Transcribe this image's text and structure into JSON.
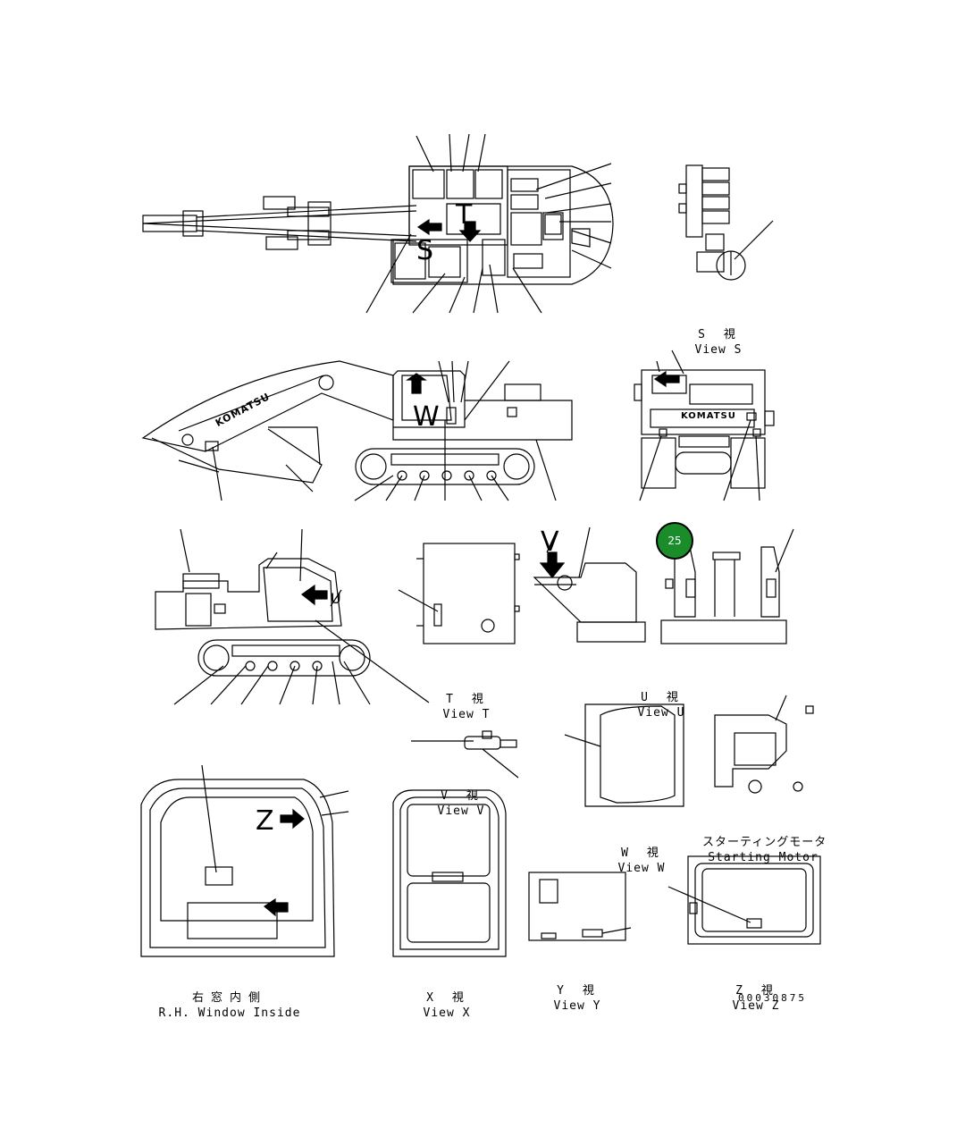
{
  "callout": {
    "number": "25",
    "color": "#1a8c2a"
  },
  "views": {
    "s": {
      "jp": "S　視",
      "en": "View S"
    },
    "t": {
      "jp": "T　視",
      "en": "View T"
    },
    "u": {
      "jp": "U　視",
      "en": "View U"
    },
    "v": {
      "jp": "V　視",
      "en": "View V"
    },
    "w": {
      "jp": "W　視",
      "en": "View W"
    },
    "starting_motor": {
      "jp": "スターティングモータ",
      "en": "Starting Motor"
    },
    "rh_window": {
      "jp": "右窓内側",
      "en": "R.H. Window Inside"
    },
    "x": {
      "jp": "X　視",
      "en": "View X"
    },
    "y": {
      "jp": "Y　視",
      "en": "View Y"
    },
    "z": {
      "jp": "Z　視",
      "en": "View Z"
    }
  },
  "letters": {
    "s": "S",
    "t": "T",
    "u": "U",
    "v": "V",
    "w": "W",
    "z": "Z"
  },
  "brand": "KOMATSU",
  "drawing_number": "00030875"
}
